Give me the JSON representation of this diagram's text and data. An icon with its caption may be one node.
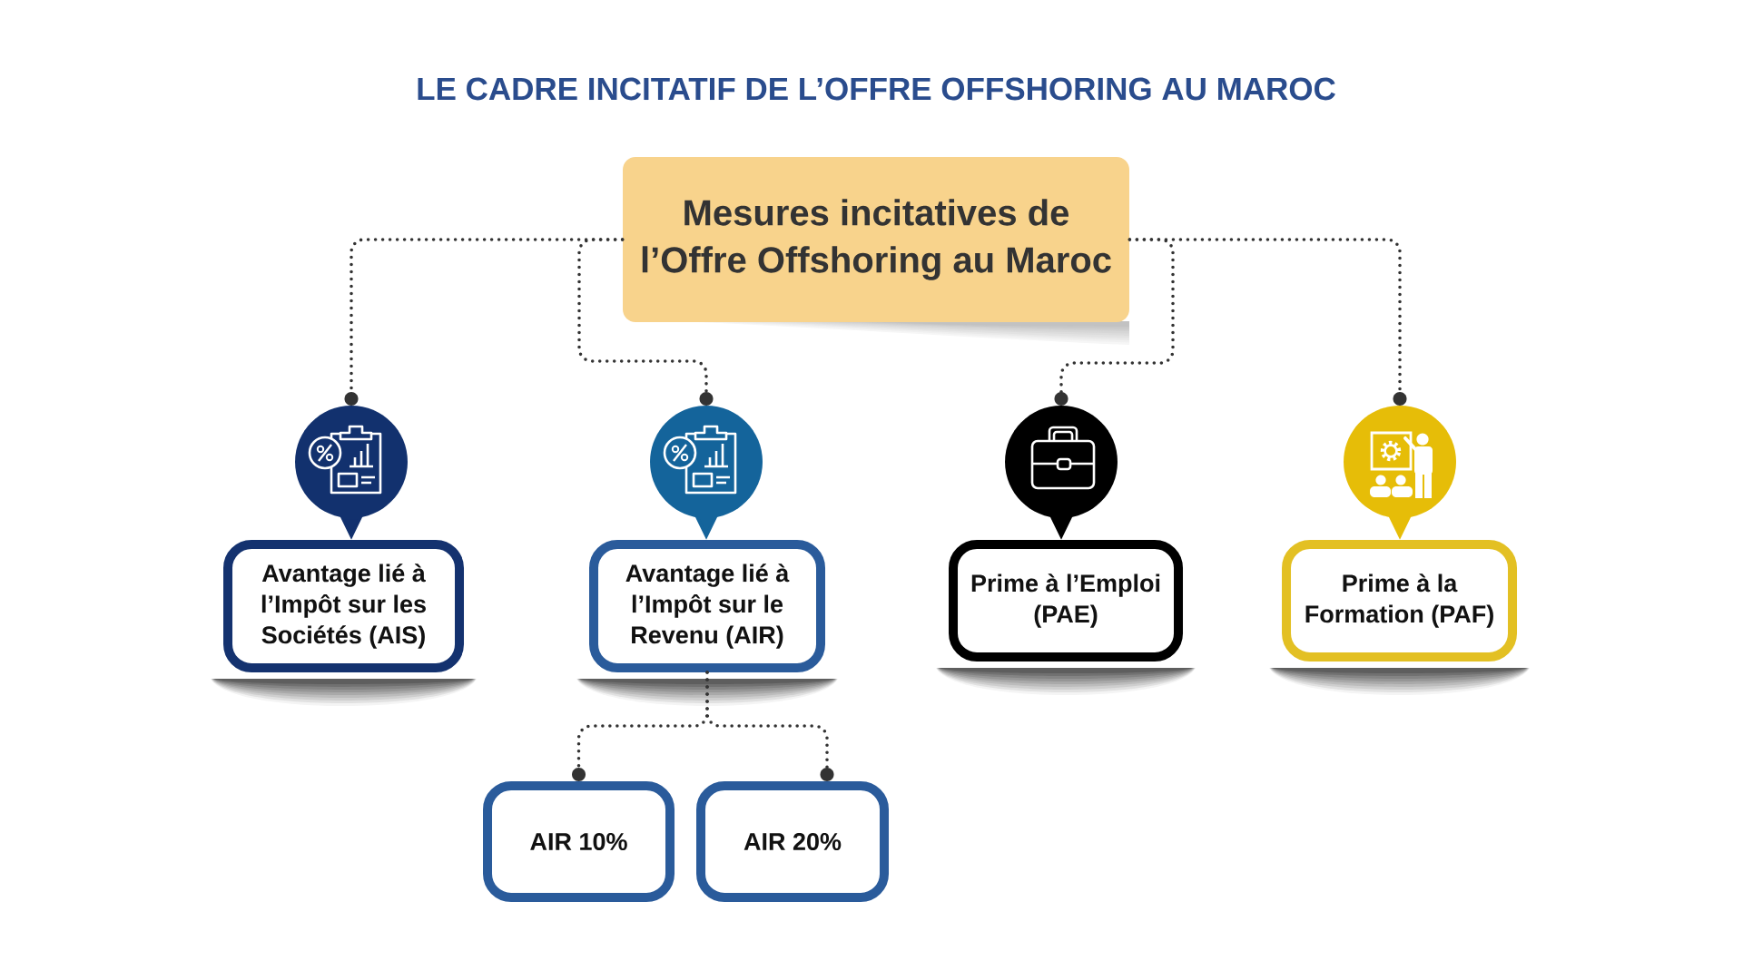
{
  "diagram": {
    "title": "LE CADRE INCITATIF DE L’OFFRE OFFSHORING AU MAROC",
    "nodes": [
      {
        "text": [
          "Mesures incitatives de l’Offre Offshoring au Maroc"
        ]
      },
      {
        "text": [],
        "shape": "circle"
      },
      {
        "text": [],
        "shape": "circle"
      },
      {
        "text": [],
        "shape": "circle"
      },
      {
        "text": [],
        "shape": "circle"
      },
      {
        "text": [
          "Avantage lié à l’Impôt sur les Sociétés (AIS)"
        ]
      },
      {
        "text": [
          "Avantage lié à l’Impôt sur le Revenu (AIR)"
        ]
      },
      {
        "text": [
          "Prime à l’Emploi (PAE)"
        ]
      },
      {
        "text": [
          "Prime à la Formation (PAF)"
        ]
      },
      {
        "text": [
          "AIR 10%"
        ]
      },
      {
        "text": [
          "AIR 20%"
        ]
      }
    ],
    "edges": [
      {
        "from": 0,
        "to": 1,
        "arrow": "other"
      },
      {
        "from": 0,
        "to": 2,
        "arrow": "other"
      },
      {
        "from": 0,
        "to": 3,
        "arrow": "other"
      },
      {
        "from": 0,
        "to": 4,
        "arrow": "other"
      },
      {
        "from": 1,
        "to": 5,
        "arrow": "to",
        "color": "#12316e"
      },
      {
        "from": 2,
        "to": 6,
        "arrow": "to",
        "color": "#14649b"
      },
      {
        "from": 3,
        "to": 7,
        "arrow": "to",
        "color": "#000000"
      },
      {
        "from": 4,
        "to": 8,
        "arrow": "to",
        "color": "#e6bd08"
      },
      {
        "from": 6,
        "to": 9,
        "arrow": "other"
      },
      {
        "from": 6,
        "to": 10,
        "arrow": "other"
      }
    ]
  }
}
